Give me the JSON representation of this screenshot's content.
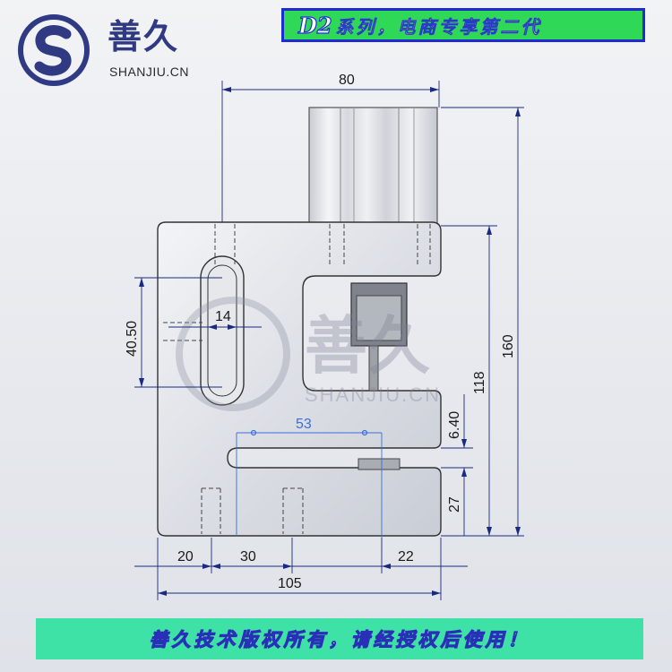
{
  "logo": {
    "name_cn": "善久",
    "name_en": "SHANJIU.CN"
  },
  "banner": {
    "model": "D2",
    "text": "系列，电商专享第二代"
  },
  "watermark": {
    "cn": "善久",
    "en": "SHANJIU.CN"
  },
  "dimensions": {
    "top_width": "80",
    "total_height": "160",
    "right_height": "118",
    "slot_height": "6.40",
    "lower_height": "27",
    "slot_length": "40.50",
    "slot_width": "14",
    "hole_spacing": "53",
    "left_offset": "20",
    "hole_pitch": "30",
    "right_offset": "22",
    "total_width": "105"
  },
  "footer": {
    "text": "善久技术版权所有，请经授权后使用！"
  },
  "colors": {
    "banner_bg": "#2fd957",
    "banner_border": "#1e2bd0",
    "footer_bg": "#3fe2a6",
    "logo_blue": "#2f3a83",
    "dimension_blue": "#3b6fd8"
  }
}
